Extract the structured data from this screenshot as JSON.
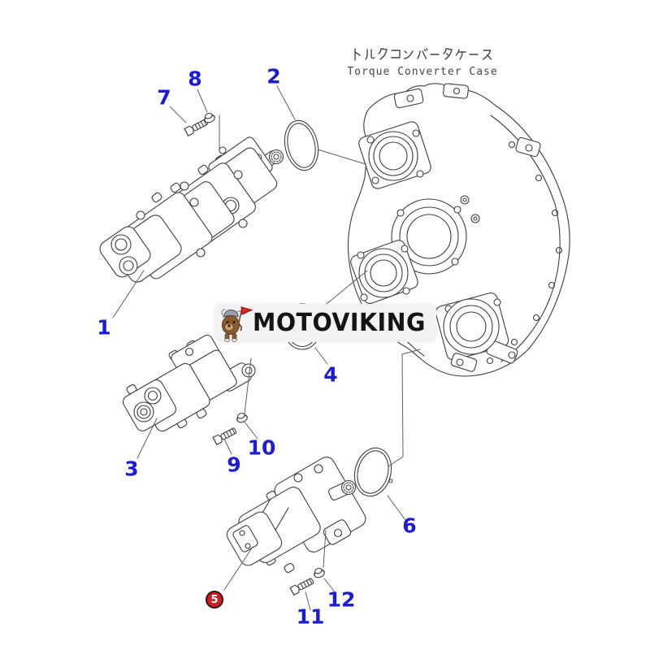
{
  "header": {
    "title_ja": "トルクコンバータケース",
    "title_en": "Torque Converter Case"
  },
  "watermark": {
    "brand": "MOTOVIKING",
    "mascot": "viking-dog-with-flag"
  },
  "callouts": [
    {
      "label": "1",
      "type": "plain"
    },
    {
      "label": "2",
      "type": "plain"
    },
    {
      "label": "3",
      "type": "plain"
    },
    {
      "label": "4",
      "type": "plain"
    },
    {
      "label": "5",
      "type": "red-badge"
    },
    {
      "label": "6",
      "type": "plain"
    },
    {
      "label": "7",
      "type": "plain"
    },
    {
      "label": "8",
      "type": "plain"
    },
    {
      "label": "9",
      "type": "plain"
    },
    {
      "label": "10",
      "type": "plain"
    },
    {
      "label": "11",
      "type": "plain"
    },
    {
      "label": "12",
      "type": "plain"
    }
  ],
  "colors": {
    "callout_text": "#1d1dcb",
    "badge_fill": "#c92026",
    "badge_text": "#ffffff",
    "line_art": "#3e3e3e",
    "leader_line": "#5f5f5f",
    "watermark_bg": "#f2f2f2",
    "brand_text": "#141414",
    "flag_red": "#e02424"
  }
}
